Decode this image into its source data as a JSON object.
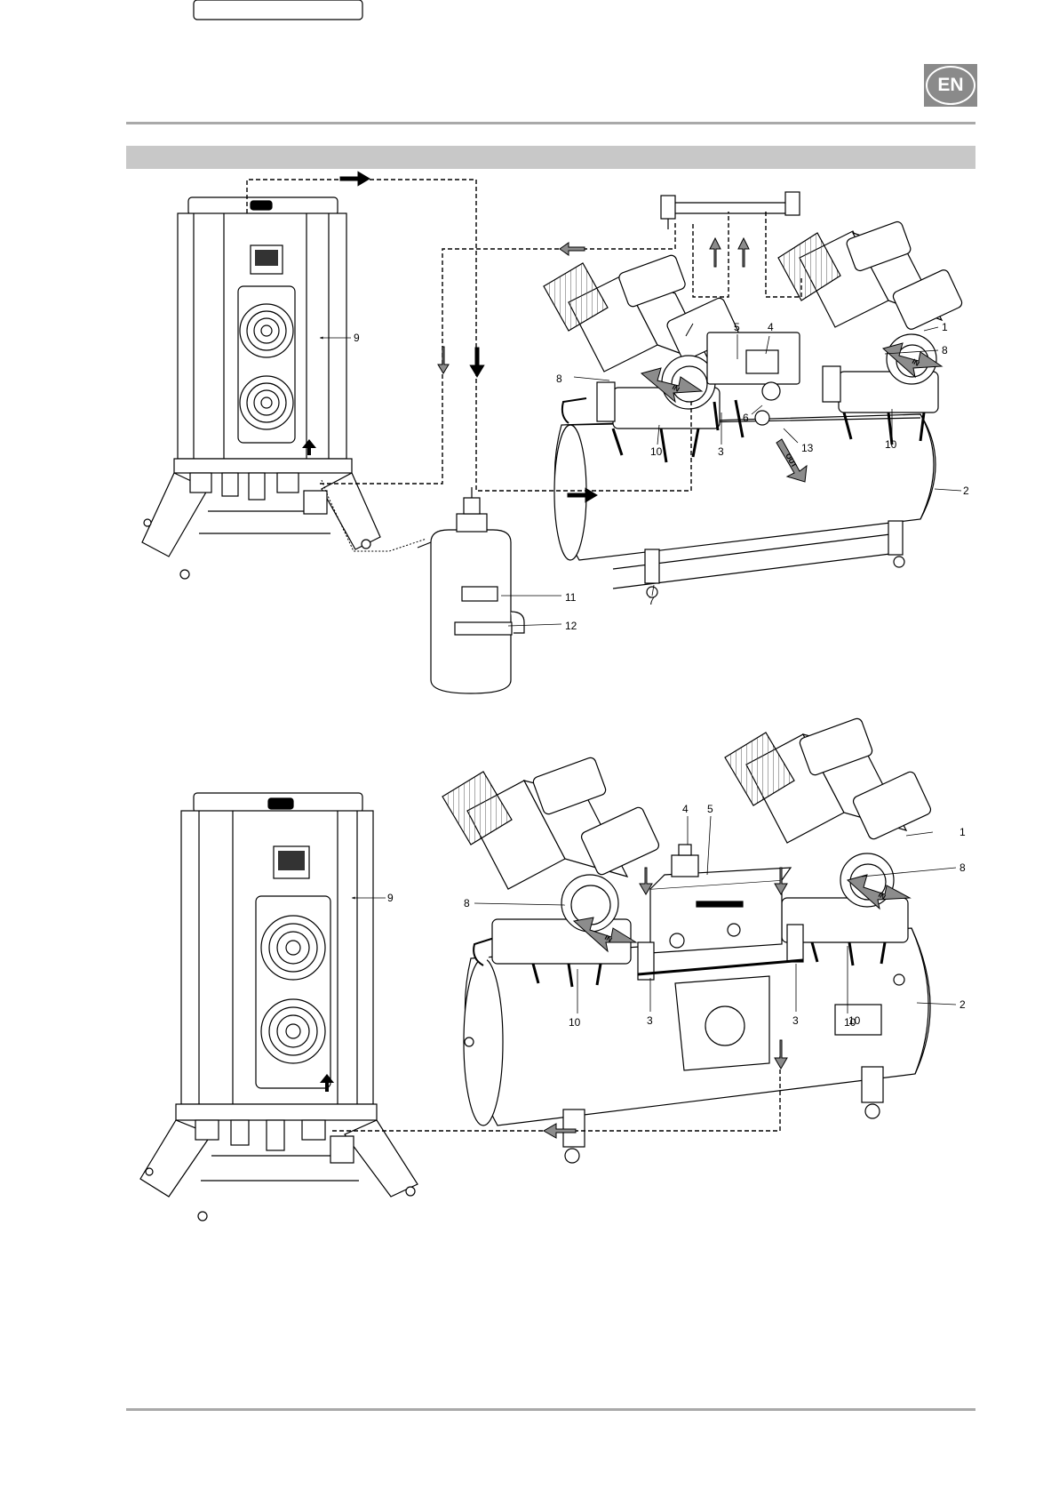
{
  "header": {
    "language_badge": "EN"
  },
  "figure1": {
    "labels": [
      "1",
      "2",
      "3",
      "4",
      "5",
      "6",
      "7",
      "8",
      "8",
      "9",
      "10",
      "10",
      "11",
      "12",
      "13"
    ],
    "arrow_in": "IN",
    "arrow_out": "OUT"
  },
  "figure2": {
    "labels": [
      "1",
      "2",
      "3",
      "3",
      "4",
      "5",
      "8",
      "8",
      "9",
      "10",
      "10",
      "10"
    ],
    "arrow_in": "IN"
  },
  "colors": {
    "rule": "#a9a9a9",
    "band": "#c8c8c8",
    "badge": "#8a8a8a",
    "arrow_gray": "#8c8c8c",
    "line": "#000000"
  }
}
